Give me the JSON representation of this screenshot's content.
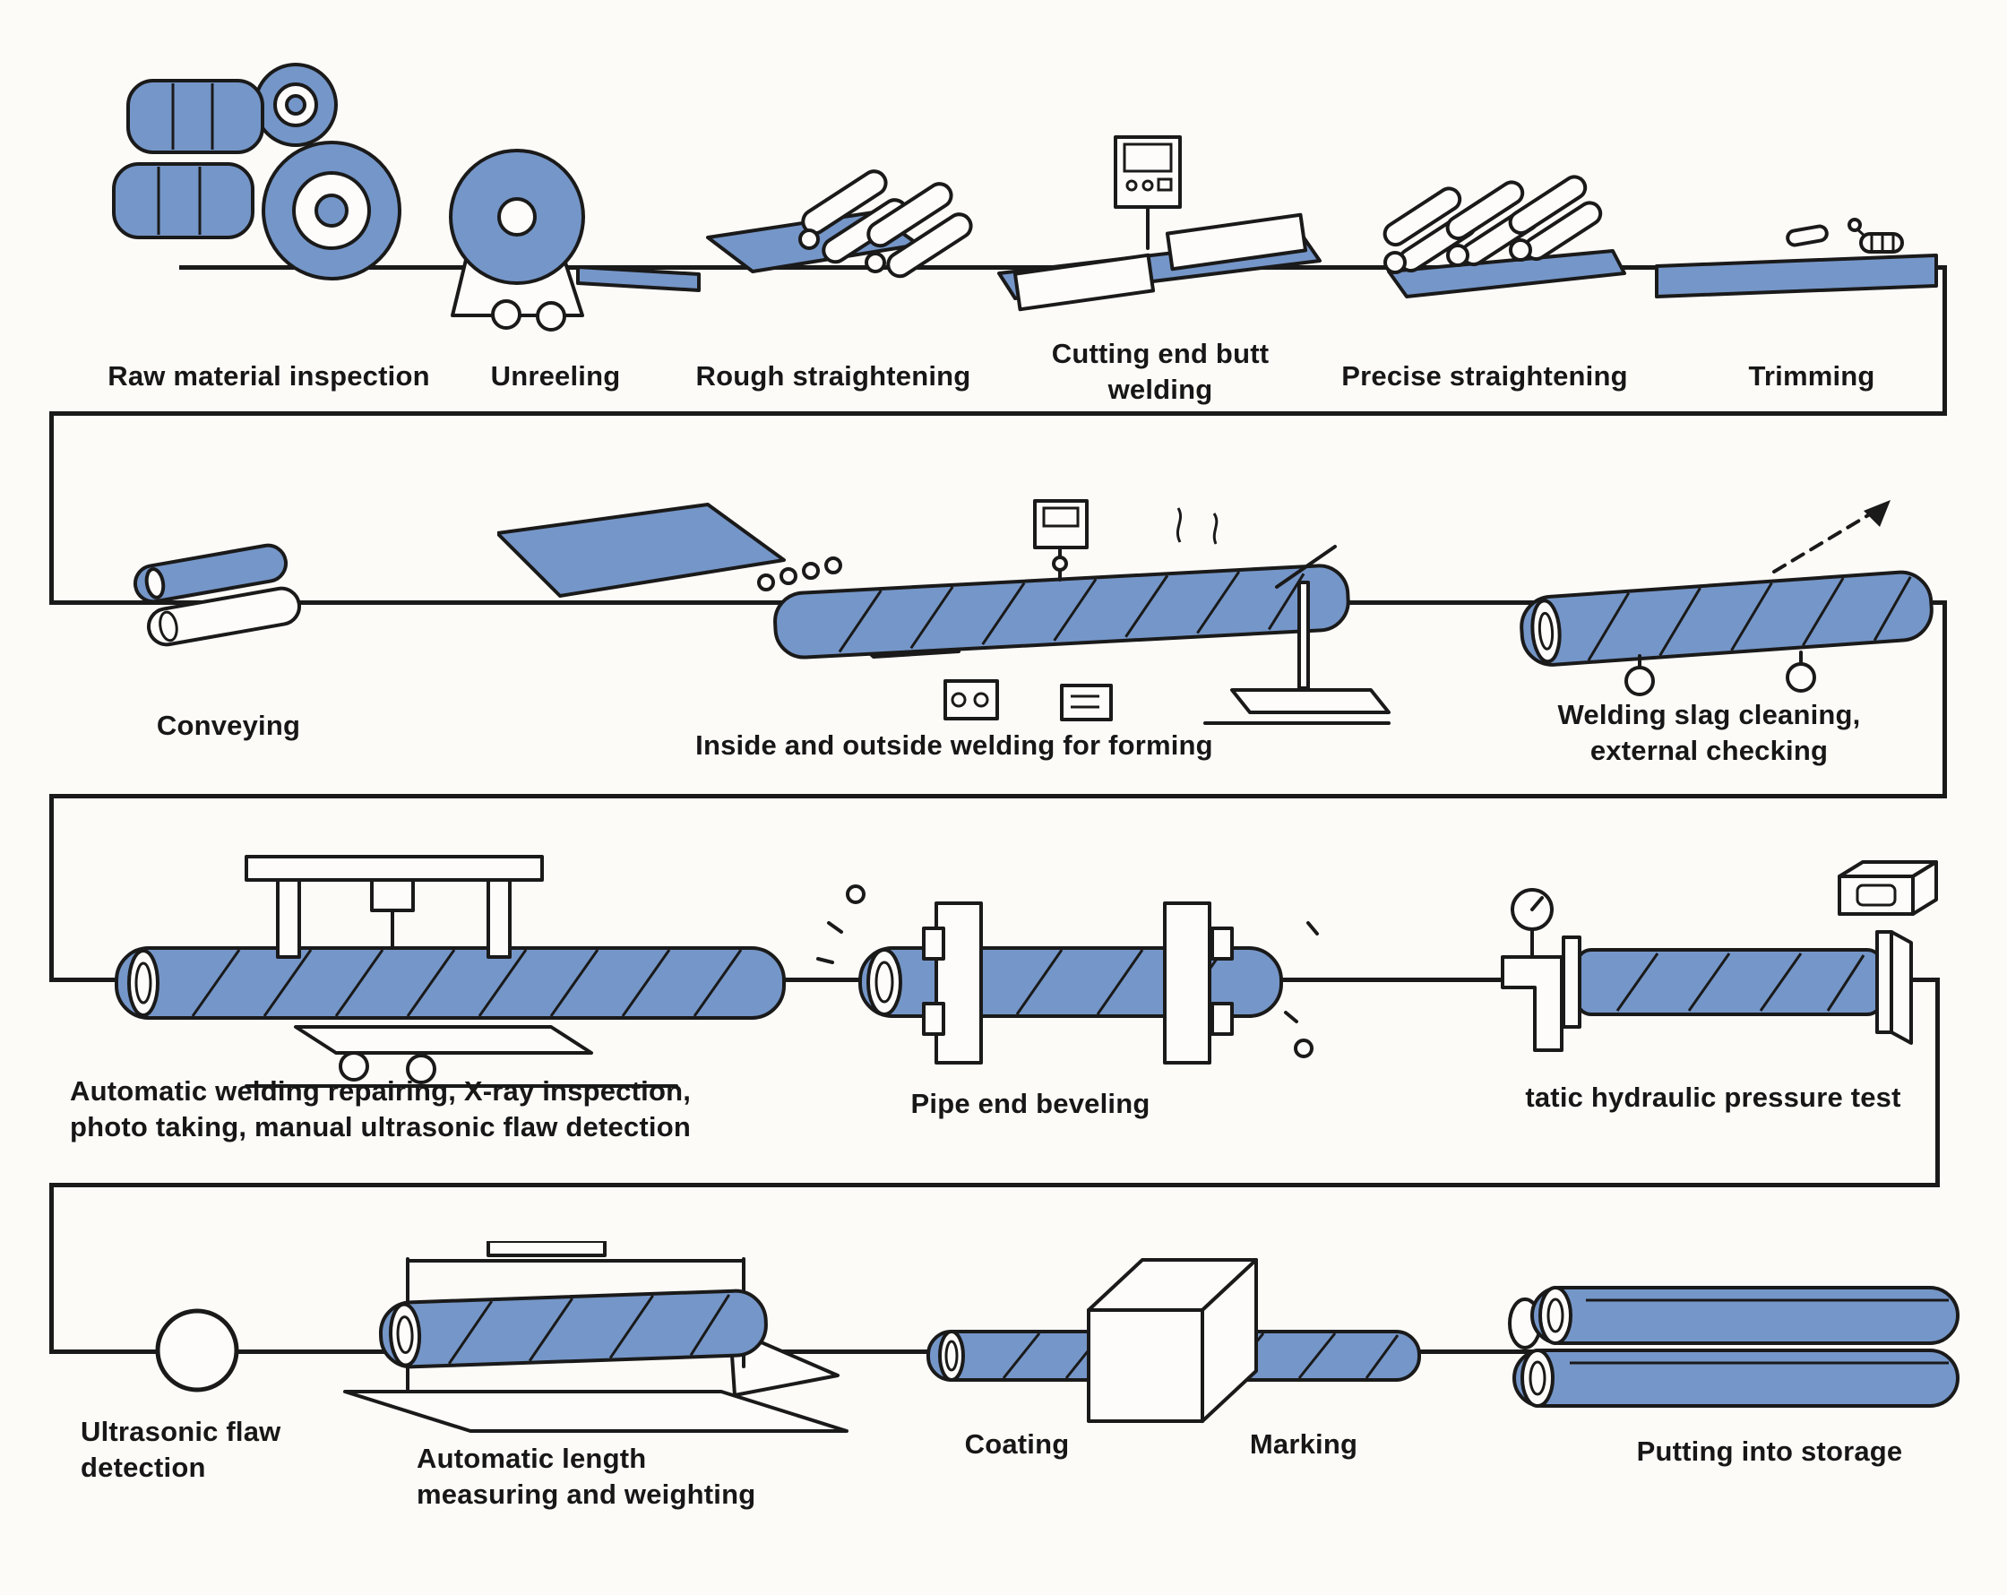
{
  "diagram": {
    "kind": "process-flow",
    "background": "#fcfbf8",
    "line_color": "#1a1a1a",
    "pipe_color": "#7596c8"
  },
  "rows": [
    {
      "items": [
        {
          "label": "Raw material inspection",
          "icon": "steel-coils"
        },
        {
          "label": "Unreeling",
          "icon": "unreeling-coil"
        },
        {
          "label": "Rough straightening",
          "icon": "rough-straightening-rollers"
        },
        {
          "label": "Cutting end butt welding",
          "icon": "cutting-welding-machine"
        },
        {
          "label": "Precise straightening",
          "icon": "precise-straightening-rollers"
        },
        {
          "label": "Trimming",
          "icon": "trimming-strip"
        }
      ]
    },
    {
      "items": [
        {
          "label": "Conveying",
          "icon": "conveying-pipes"
        },
        {
          "label": "Inside and outside welding for forming",
          "icon": "spiral-forming-line"
        },
        {
          "label": "Welding slag cleaning, external checking",
          "icon": "slag-cleaning-pipe"
        }
      ]
    },
    {
      "items": [
        {
          "label": "Automatic welding repairing, X-ray inspection, photo taking, manual ultrasonic flaw detection",
          "icon": "xray-gantry-pipe"
        },
        {
          "label": "Pipe end beveling",
          "icon": "pipe-end-beveling"
        },
        {
          "label": "tatic hydraulic pressure test",
          "icon": "hydraulic-pressure-test"
        }
      ]
    },
    {
      "items": [
        {
          "label": "Ultrasonic flaw detection",
          "icon": "ultrasonic-probe-circle"
        },
        {
          "label": "Automatic length measuring and weighting",
          "icon": "length-measuring-platform"
        },
        {
          "label": "Coating",
          "icon": "coating-marking-box"
        },
        {
          "label": "Marking",
          "icon": "coating-marking-box"
        },
        {
          "label": "Putting into storage",
          "icon": "stacked-pipes"
        }
      ]
    }
  ]
}
